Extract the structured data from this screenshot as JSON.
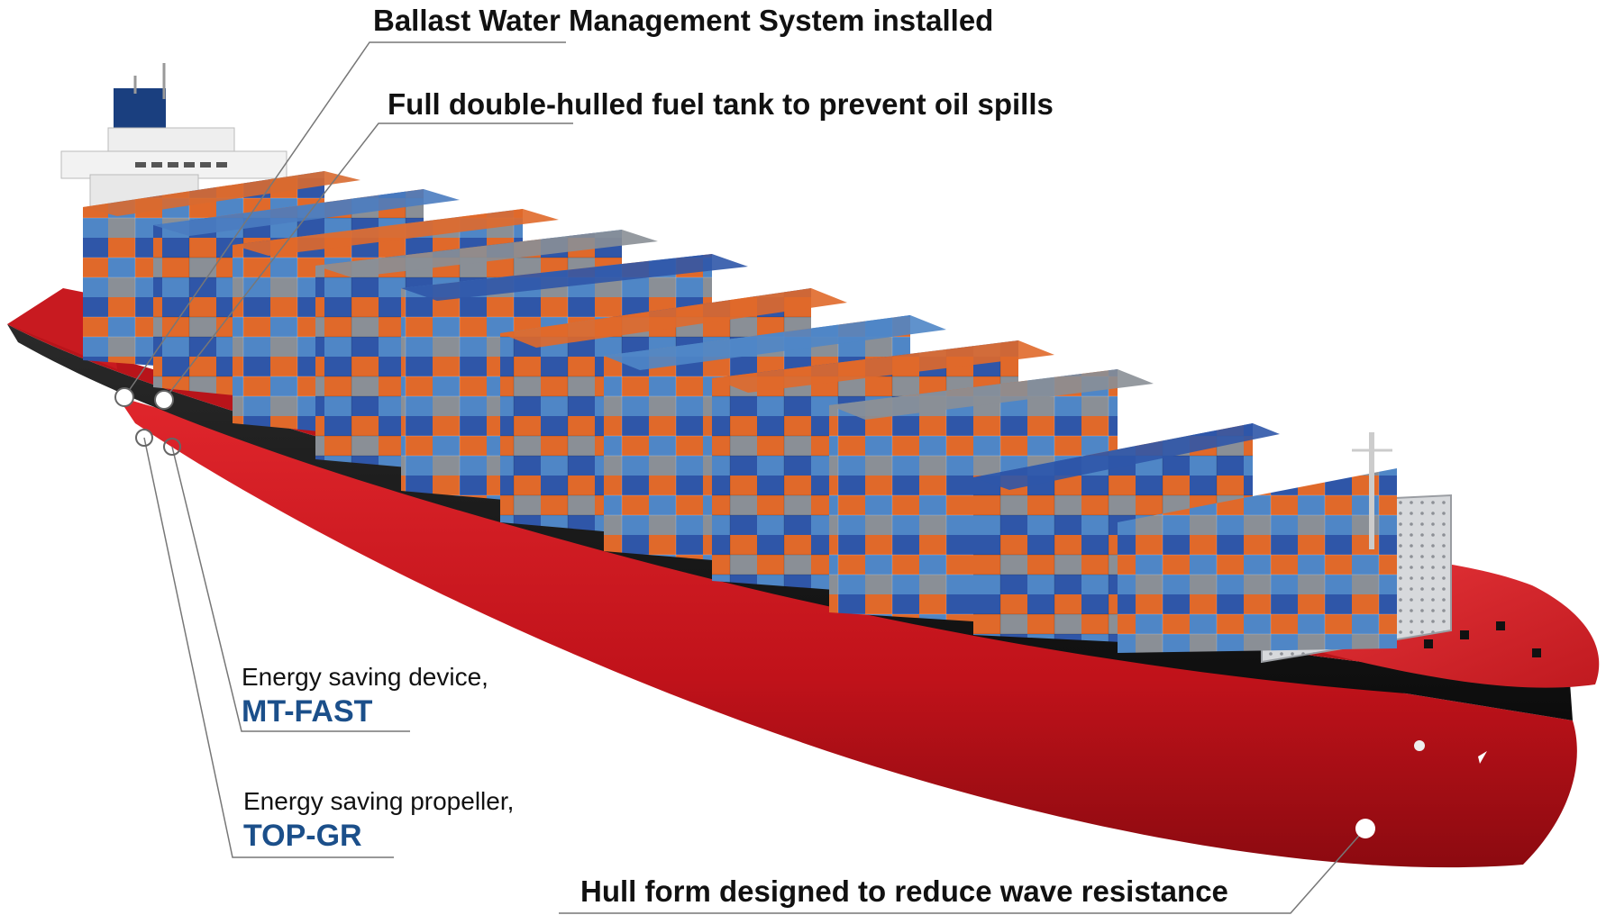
{
  "callouts": {
    "ballast": {
      "text": "Ballast Water Management System installed"
    },
    "fuel_tank": {
      "text": "Full double-hulled fuel tank to prevent oil spills"
    },
    "mt_fast": {
      "prefix": "Energy saving device,",
      "name": "MT-FAST"
    },
    "top_gr": {
      "prefix": "Energy saving propeller,",
      "name": "TOP-GR"
    },
    "hull_form": {
      "text": "Hull form designed to reduce wave resistance"
    }
  },
  "colors": {
    "hull_red": "#c8141a",
    "hull_black": "#141414",
    "deck_red": "#d9252b",
    "container_orange": "#e0692a",
    "container_blue": "#2f56a8",
    "container_lightblue": "#4f86c6",
    "container_grey": "#8a8f96",
    "callout_line": "#777777",
    "product_name": "#1b4f8a"
  },
  "icons": {
    "callout_marker": "white-circle-marker"
  }
}
